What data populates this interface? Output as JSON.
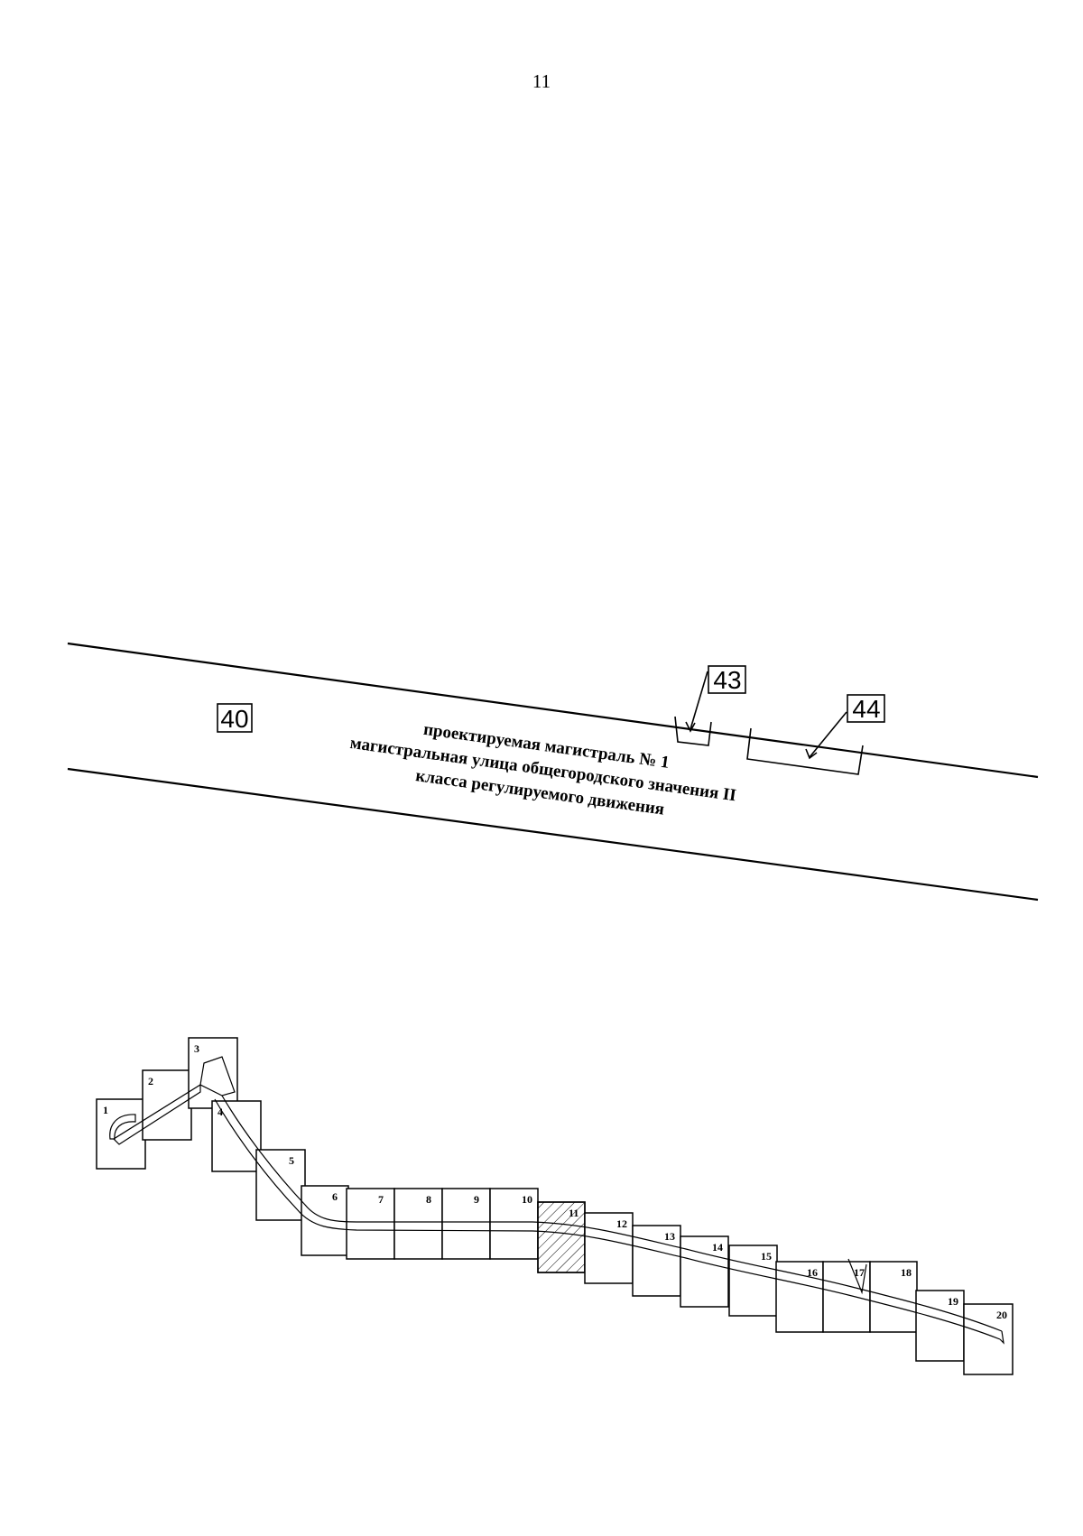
{
  "page": {
    "number": "11"
  },
  "plan": {
    "labels": {
      "zone_40": "40",
      "object_43": "43",
      "object_44": "44"
    },
    "street_caption": [
      "проектируемая магистраль № 1",
      "магистральная улица общегородского значения II",
      "класса регулируемого движения"
    ]
  },
  "index_map": {
    "sheets": [
      "1",
      "2",
      "3",
      "4",
      "5",
      "6",
      "7",
      "8",
      "9",
      "10",
      "11",
      "12",
      "13",
      "14",
      "15",
      "16",
      "17",
      "18",
      "19",
      "20"
    ],
    "highlighted_sheet": "11"
  }
}
